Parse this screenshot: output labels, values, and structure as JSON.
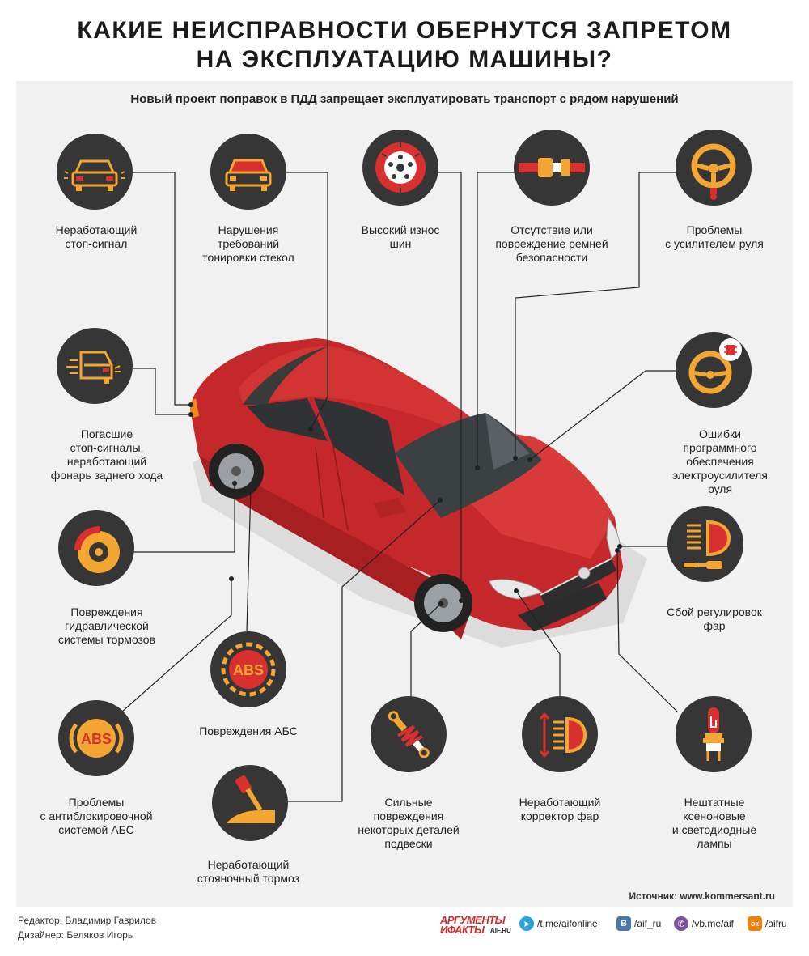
{
  "title_line1": "КАКИЕ НЕИСПРАВНОСТИ ОБЕРНУТСЯ ЗАПРЕТОМ",
  "title_line2": "НА ЭКСПЛУАТАЦИЮ МАШИНЫ?",
  "subtitle": "Новый проект поправок в ПДД запрещает эксплуатировать транспорт с рядом нарушений",
  "colors": {
    "accent_orange": "#f3a632",
    "accent_red": "#d8302f",
    "circle_bg": "#363636",
    "panel_bg": "#f1f1f1",
    "car_red": "#c5282a"
  },
  "items": [
    {
      "id": "brake-light",
      "icon": "car-rear-icon",
      "label_lines": [
        "Неработающий",
        "стоп-сигнал"
      ]
    },
    {
      "id": "tint",
      "icon": "car-rear-tinted-icon",
      "label_lines": [
        "Нарушения",
        "требований",
        "тонировки стекол"
      ]
    },
    {
      "id": "tires",
      "icon": "tire-icon",
      "label_lines": [
        "Высокий износ",
        "шин"
      ]
    },
    {
      "id": "seatbelt",
      "icon": "seatbelt-icon",
      "label_lines": [
        "Отсутствие или",
        "повреждение ремней",
        "безопасности"
      ]
    },
    {
      "id": "power-steering",
      "icon": "steering-wheel-icon",
      "label_lines": [
        "Проблемы",
        "с усилителем руля"
      ]
    },
    {
      "id": "rear-lights",
      "icon": "car-rear-side-icon",
      "label_lines": [
        "Погасшие",
        "стоп-сигналы,",
        "неработающий",
        "фонарь заднего хода"
      ]
    },
    {
      "id": "eps-software",
      "icon": "steering-wheel-chip-icon",
      "label_lines": [
        "Ошибки",
        "программного",
        "обеспечения",
        "электроусилителя",
        "руля"
      ]
    },
    {
      "id": "hydraulic-brakes",
      "icon": "brake-disc-icon",
      "label_lines": [
        "Повреждения",
        "гидравлической",
        "системы тормозов"
      ]
    },
    {
      "id": "headlight-adjust",
      "icon": "headlight-screwdriver-icon",
      "label_lines": [
        "Сбой регулировок",
        "фар"
      ]
    },
    {
      "id": "abs-damage",
      "icon": "abs-red-icon",
      "icon_text": "ABS",
      "label_lines": [
        "Повреждения АБС"
      ]
    },
    {
      "id": "abs-problems",
      "icon": "abs-orange-icon",
      "icon_text": "ABS",
      "label_lines": [
        "Проблемы",
        "с антиблокировочной",
        "системой АБС"
      ]
    },
    {
      "id": "parking-brake",
      "icon": "parking-brake-icon",
      "label_lines": [
        "Неработающий",
        "стояночный тормоз"
      ]
    },
    {
      "id": "suspension",
      "icon": "shock-absorber-icon",
      "label_lines": [
        "Сильные",
        "повреждения",
        "некоторых деталей",
        "подвески"
      ]
    },
    {
      "id": "headlight-corrector",
      "icon": "headlight-corrector-icon",
      "label_lines": [
        "Неработающий",
        "корректор фар"
      ]
    },
    {
      "id": "xenon-led",
      "icon": "xenon-bulb-icon",
      "label_lines": [
        "Нештатные",
        "ксеноновые",
        "и светодиодные",
        "лампы"
      ]
    }
  ],
  "source": "Источник: www.kommersant.ru",
  "credits": {
    "editor": "Редактор: Владимир Гаврилов",
    "designer": "Дизайнер: Беляков Игорь"
  },
  "logo": {
    "line1": "АРГУМЕНТЫ",
    "line2": "ИФАКТЫ",
    "sub": "AIF.RU"
  },
  "social": [
    {
      "icon": "telegram-icon",
      "glyph": "➤",
      "text": "/t.me/aifonline",
      "color": "#2aa3dd"
    },
    {
      "icon": "vk-icon",
      "glyph": "В",
      "text": "/aif_ru",
      "color": "#4a76a8"
    },
    {
      "icon": "viber-icon",
      "glyph": "✆",
      "text": "/vb.me/aif",
      "color": "#7b519d"
    },
    {
      "icon": "odnoklassniki-icon",
      "glyph": "ок",
      "text": "/aifru",
      "color": "#ee8208"
    }
  ]
}
